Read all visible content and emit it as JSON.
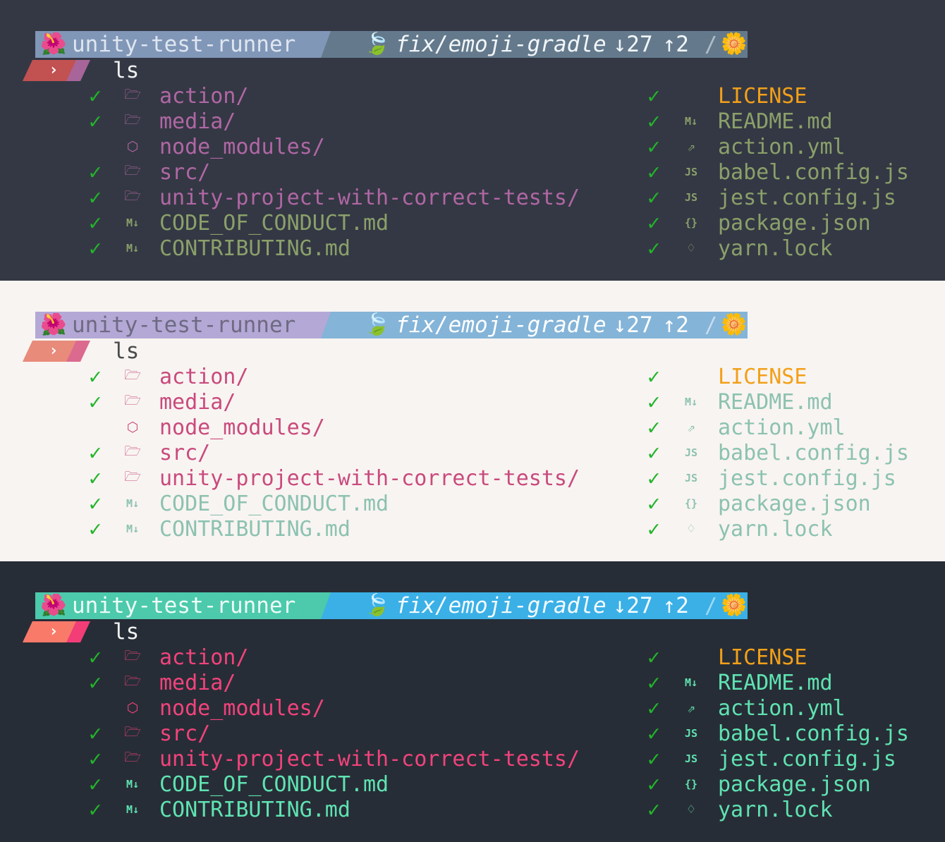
{
  "prompt": {
    "repo": "unity-test-runner",
    "branch": "fix/emoji-gradle",
    "behind": "↓27",
    "ahead": "↑2",
    "separator": "/",
    "dot": "·",
    "repo_emoji": "🌺",
    "branch_emoji": "🍃",
    "end_emoji": "🌼",
    "chevron": "›",
    "command": "ls"
  },
  "files_left": [
    {
      "name": "action/",
      "check": "✓",
      "icon": "folder-icon",
      "glyph": "🗁",
      "kind": "dir"
    },
    {
      "name": "media/",
      "check": "✓",
      "icon": "folder-icon",
      "glyph": "🗁",
      "kind": "dir"
    },
    {
      "name": "node_modules/",
      "check": "",
      "icon": "nodejs-icon",
      "glyph": "⬡",
      "kind": "dir"
    },
    {
      "name": "src/",
      "check": "✓",
      "icon": "folder-icon",
      "glyph": "🗁",
      "kind": "dir"
    },
    {
      "name": "unity-project-with-correct-tests/",
      "check": "✓",
      "icon": "folder-icon",
      "glyph": "🗁",
      "kind": "dir"
    },
    {
      "name": "CODE_OF_CONDUCT.md",
      "check": "✓",
      "icon": "markdown-icon",
      "glyph": "M↓",
      "kind": "file"
    },
    {
      "name": "CONTRIBUTING.md",
      "check": "✓",
      "icon": "markdown-icon",
      "glyph": "M↓",
      "kind": "file"
    }
  ],
  "files_right": [
    {
      "name": "LICENSE",
      "check": "✓",
      "icon": "",
      "glyph": "",
      "kind": "license"
    },
    {
      "name": "README.md",
      "check": "✓",
      "icon": "markdown-icon",
      "glyph": "M↓",
      "kind": "file"
    },
    {
      "name": "action.yml",
      "check": "✓",
      "icon": "yaml-file-icon",
      "glyph": "⇗",
      "kind": "file"
    },
    {
      "name": "babel.config.js",
      "check": "✓",
      "icon": "javascript-icon",
      "glyph": "JS",
      "kind": "file"
    },
    {
      "name": "jest.config.js",
      "check": "✓",
      "icon": "javascript-icon",
      "glyph": "JS",
      "kind": "file"
    },
    {
      "name": "package.json",
      "check": "✓",
      "icon": "json-icon",
      "glyph": "{}",
      "kind": "file"
    },
    {
      "name": "yarn.lock",
      "check": "✓",
      "icon": "lock-gem-icon",
      "glyph": "♢",
      "kind": "file"
    }
  ],
  "themes": [
    {
      "id": "dark-slate",
      "bg": "#343844",
      "repo_bg": "#8097b8",
      "repo_fg": "#dfe6f0",
      "branch_bg": "#647a8c",
      "branch_fg": "#f2f6fa",
      "arrow": "#c25151",
      "arrow2": "#a7659a",
      "cmd": "#f0f0f0",
      "dir": "#b067a4",
      "file": "#8ba06a",
      "license": "#f2a019",
      "icon_dir": "#b067a4",
      "icon_file": "#8ba06a"
    },
    {
      "id": "light",
      "bg": "#f8f4f2",
      "repo_bg": "#b4a8d6",
      "repo_fg": "#6e6a82",
      "branch_bg": "#84b4d8",
      "branch_fg": "#ffffff",
      "arrow": "#e88b7a",
      "arrow2": "#dc6a8e",
      "cmd": "#4a4a4a",
      "dir": "#c94a7c",
      "file": "#8cc2b0",
      "license": "#f2a019",
      "icon_dir": "#c94a7c",
      "icon_file": "#8cc2b0"
    },
    {
      "id": "dark-navy",
      "bg": "#272d36",
      "repo_bg": "#4ccaab",
      "repo_fg": "#edfcf8",
      "branch_bg": "#3ab0e6",
      "branch_fg": "#f4fbff",
      "arrow": "#fa7a6a",
      "arrow2": "#f23d77",
      "cmd": "#f0f0f0",
      "dir": "#f2437c",
      "file": "#5fe3b2",
      "license": "#f2a019",
      "icon_dir": "#f2437c",
      "icon_file": "#5fe3b2"
    }
  ]
}
